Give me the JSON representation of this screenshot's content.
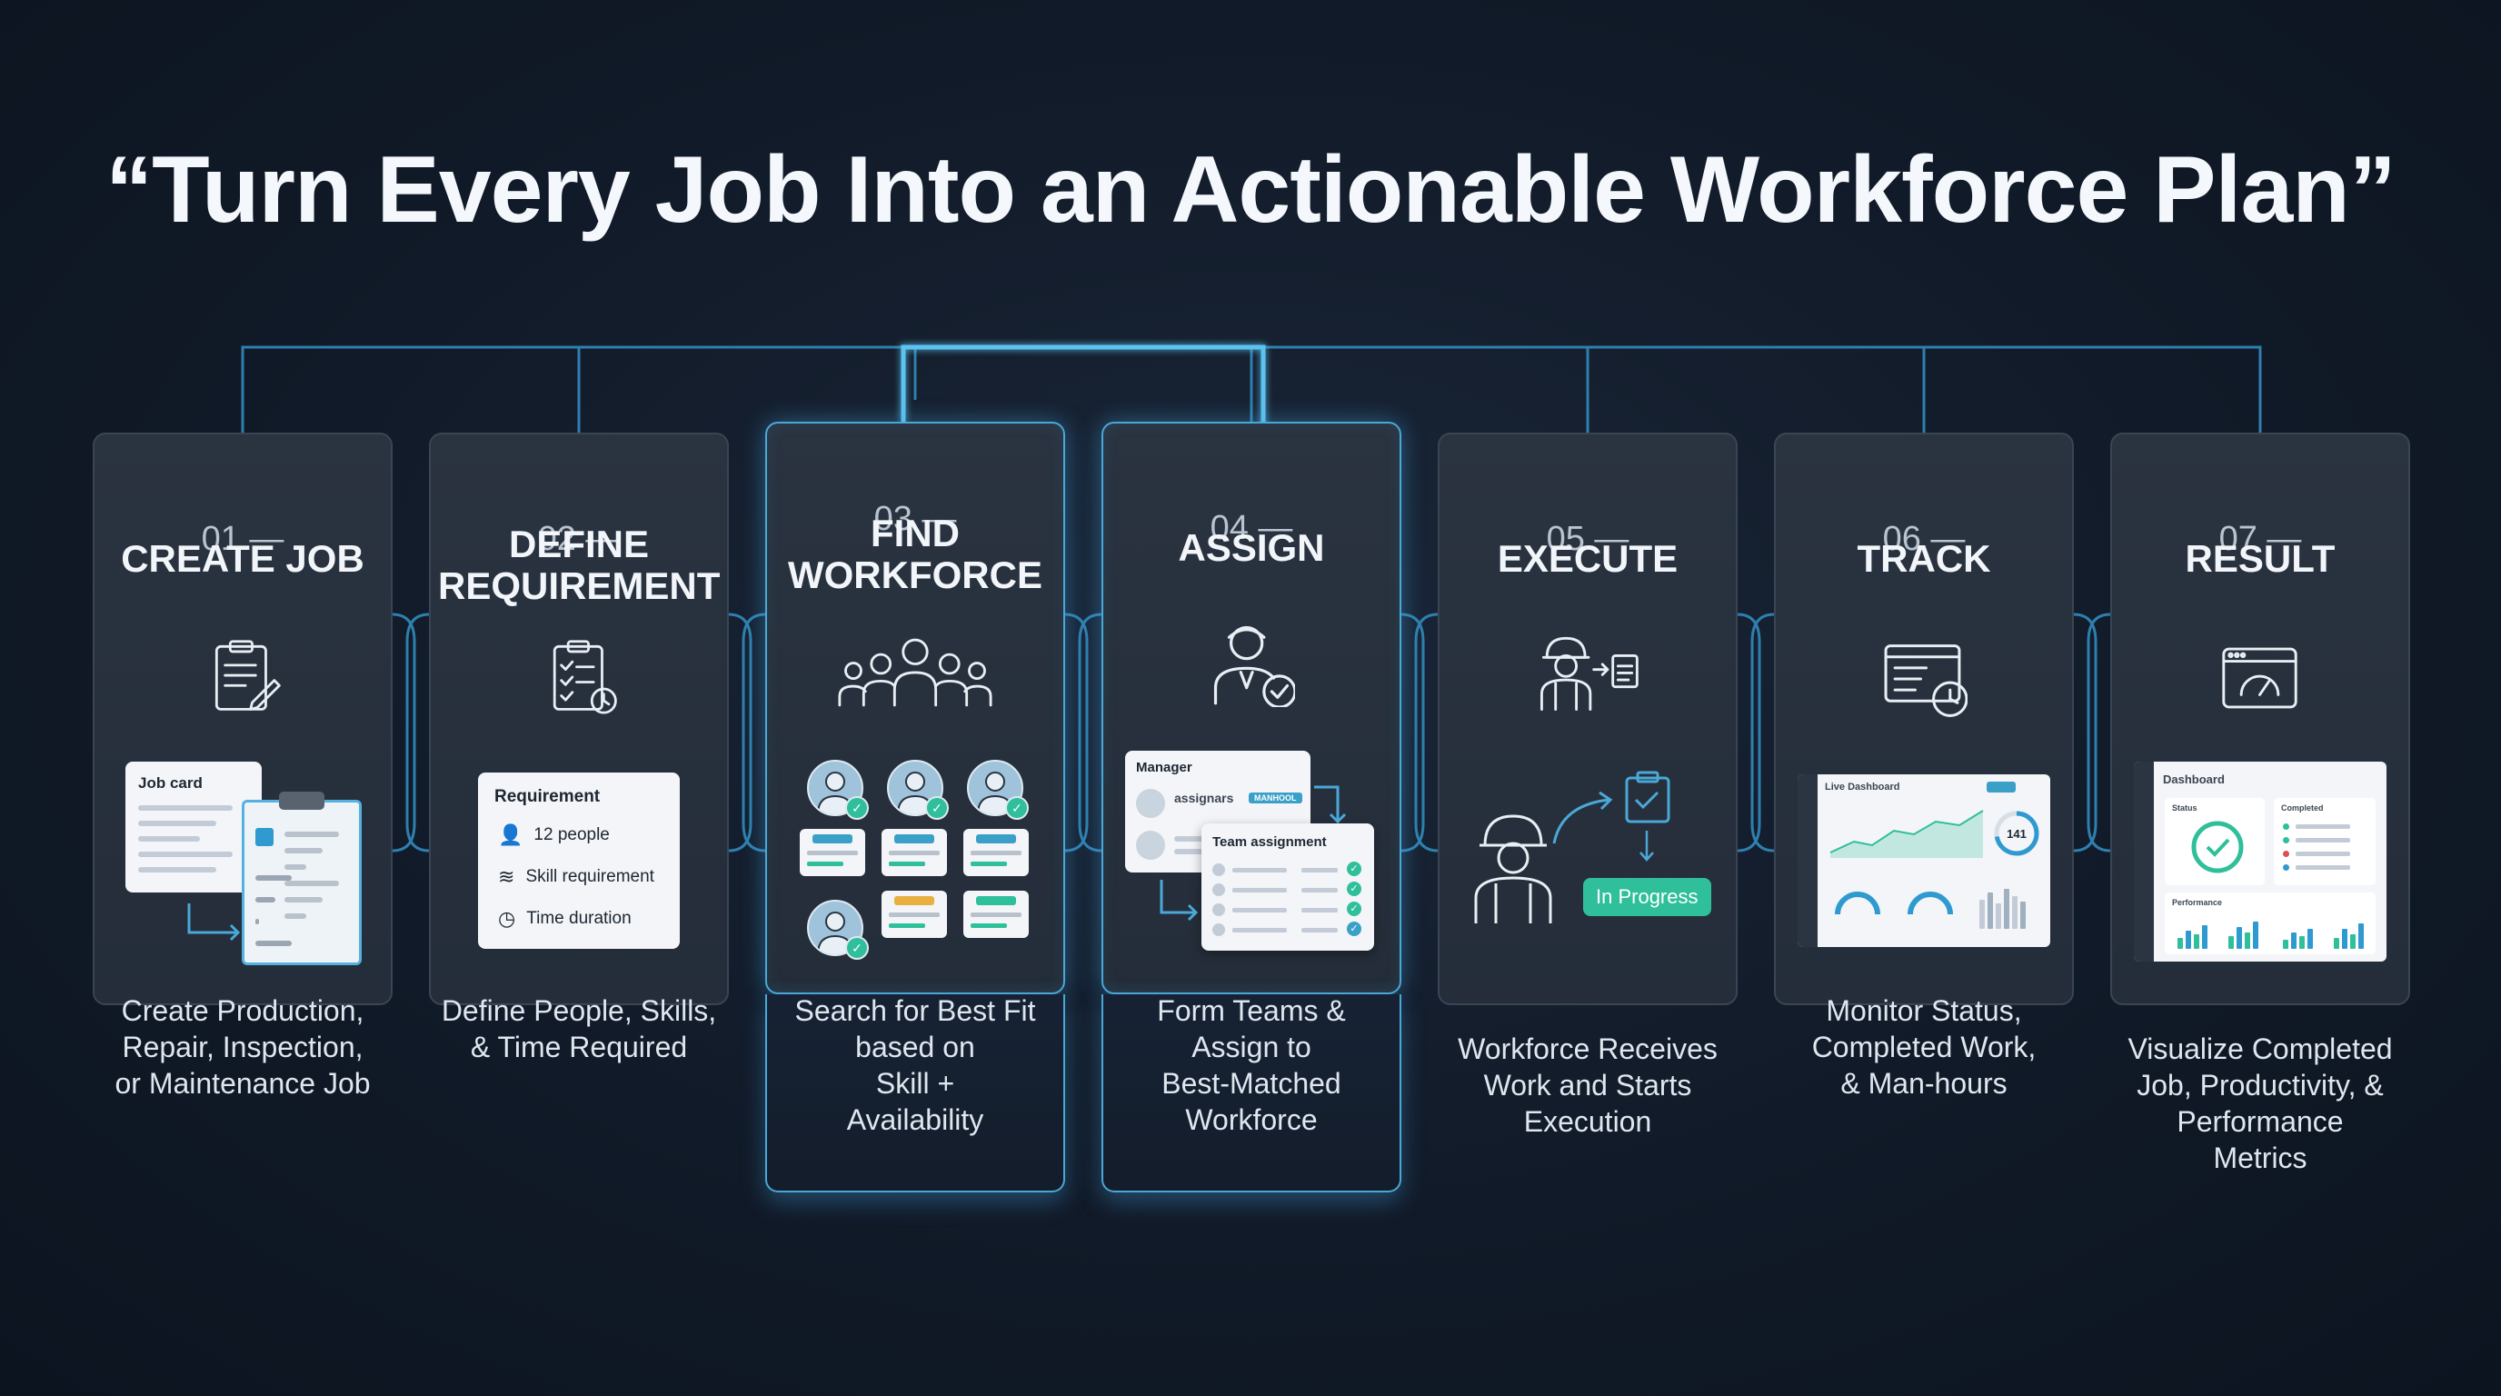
{
  "title": "“Turn Every Job Into an Actionable Workforce Plan”",
  "steps": [
    {
      "number": "01 —",
      "name": "CREATE JOB",
      "description": "Create Production,\nRepair, Inspection,\nor Maintenance Job",
      "icon": "clipboard-edit-icon"
    },
    {
      "number": "02 —",
      "name": "DEFINE\nREQUIREMENT",
      "description": "Define People, Skills,\n& Time Required",
      "icon": "checklist-clock-icon"
    },
    {
      "number": "03 —",
      "name": "FIND\nWORKFORCE",
      "description": "Search for Best Fit\nbased on\nSkill +\nAvailability",
      "icon": "people-group-icon"
    },
    {
      "number": "04 —",
      "name": "ASSIGN",
      "description": "Form Teams &\nAssign to\nBest-Matched\nWorkforce",
      "icon": "person-check-icon"
    },
    {
      "number": "05 —",
      "name": "EXECUTE",
      "description": "Workforce Receives\nWork and Starts\nExecution",
      "icon": "worker-clipboard-icon"
    },
    {
      "number": "06 —",
      "name": "TRACK",
      "description": "Monitor Status,\nCompleted Work,\n& Man-hours",
      "icon": "dashboard-clock-icon"
    },
    {
      "number": "07 —",
      "name": "RESULT",
      "description": "Visualize Completed\nJob, Productivity, &\nPerformance\nMetrics",
      "icon": "gauge-window-icon"
    }
  ],
  "mockups": {
    "job_card": "Job card",
    "requirement": {
      "title": "Requirement",
      "people": "12 people",
      "skill": "Skill requirement",
      "time": "Time duration"
    },
    "assign": {
      "manager": "Manager",
      "assignars": "assignars",
      "tag": "MANHOOL",
      "team": "Team assignment"
    },
    "execute_status": "In Progress",
    "track": {
      "title": "Live Dashboard",
      "value": "141"
    },
    "result": {
      "title": "Dashboard",
      "status": "Status",
      "completed": "Completed",
      "performance": "Performance"
    }
  },
  "colors": {
    "accent": "#4aa8d8",
    "success": "#2fbf9a",
    "card": "#2a3340",
    "background": "#111a28"
  }
}
